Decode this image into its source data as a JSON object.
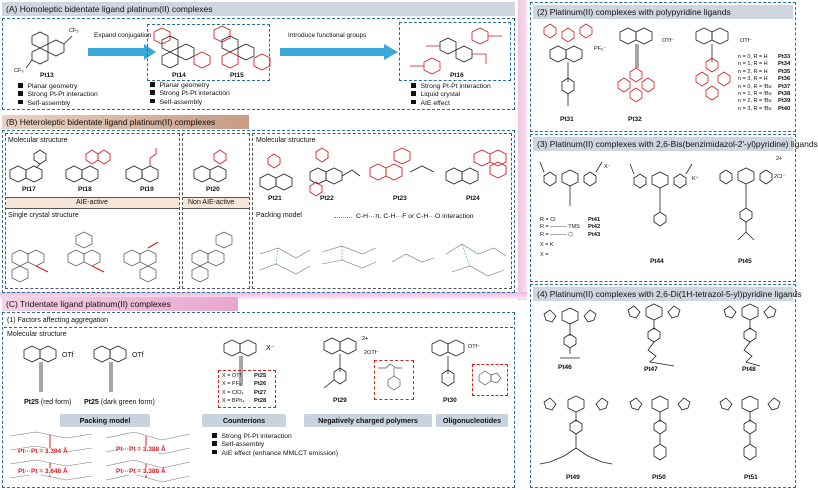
{
  "sections": {
    "a": {
      "title": "(A) Homoleptic bidentate ligand platinum(II) complexes"
    },
    "b": {
      "title": "(B) Heteroleptic bidentate ligand platinum(II) complexes"
    },
    "c": {
      "title": "(C) Tridentate ligand platinum(II) complexes"
    },
    "r1": {
      "title": "(2) Platinum(II) complexes with polypyridine ligands"
    },
    "r2": {
      "title": "(3) Platinum(II) complexes with 2,6-Bis(benzimidazol-2'-yl)pyridine) ligands"
    },
    "r3": {
      "title": "(4) Platinum(II) complexes with 2,6-Di(1H-tetrazol-5-yl)pyridine ligands"
    }
  },
  "panelA": {
    "arrow1": "Expand conjugation",
    "arrow2": "Introduce functional groups",
    "labels": [
      "Pt13",
      "Pt14",
      "Pt15",
      "Pt16"
    ],
    "cf3": "CF₃",
    "bullets_pt13": [
      "Planar geometry",
      "Strong Pt-Pt interaction",
      "Self-assembly"
    ],
    "bullets_pt14": [
      "Planar geometry",
      "Strong Pt-Pt interaction",
      "Self-assembly"
    ],
    "bullets_pt16": [
      "Strong Pt-Pt interaction",
      "Liquid crystal",
      "AIE effect"
    ]
  },
  "panelB": {
    "molecular_structure": "Molecular structure",
    "labels_left": [
      "Pt17",
      "Pt18",
      "Pt19"
    ],
    "label_mid": "Pt20",
    "aie_active": "AIE-active",
    "non_aie_active": "Non AIE-active",
    "single_crystal": "Single crystal structure",
    "right_molecular_structure": "Molecular structure",
    "labels_right": [
      "Pt21",
      "Pt22",
      "Pt23",
      "Pt24"
    ],
    "packing_model": "Packing model",
    "interaction_legend": "C-H···π, C-H···F or C-H···O interaction"
  },
  "panelC": {
    "subtitle": "(1) Factors affecting aggregation",
    "molecular_structure": "Molecular structure",
    "otf": "OTf",
    "pt25_red": "Pt25",
    "pt25_red_form": "(red form)",
    "pt25_green": "Pt25",
    "pt25_green_form": "(dark green form)",
    "counterion_list": [
      "X = OTf",
      "X = PF₆",
      "X = ClO₄",
      "X = BPh₄"
    ],
    "counterion_labels": [
      "Pt25",
      "Pt26",
      "Pt27",
      "Pt28"
    ],
    "x_minus": "X⁻",
    "pt29": "Pt29",
    "pt29_counter": "2OTf⁻",
    "pt30": "Pt30",
    "pt30_counter": "OTf⁻",
    "tags": [
      "Packing model",
      "Counterions",
      "Negatively charged polymers",
      "Oligonucleotides"
    ],
    "distances": [
      "Pt···Pt = 3.394 Å",
      "Pt···Pt = 3.388 Å",
      "Pt···Pt = 3.648 Å",
      "Pt···Pt = 3.388 Å"
    ],
    "bullets": [
      "Strong Pt-Pt interaction",
      "Self-assembly",
      "AIE effect (enhance MMLCT emission)"
    ]
  },
  "panelR1": {
    "labels": [
      "Pt31",
      "Pt32"
    ],
    "pf6": "PF₆⁻",
    "otf1": "OTf⁻",
    "otf2": "OTf⁻",
    "series": [
      "n = 0, R = H",
      "n = 1, R = H",
      "n = 2, R = H",
      "n = 3, R = H",
      "n = 0, R = ᵗBu",
      "n = 1, R = ᵗBu",
      "n = 2, R = ᵗBu",
      "n = 3, R = ᵗBu"
    ],
    "series_labels": [
      "Pt33",
      "Pt34",
      "Pt35",
      "Pt36",
      "Pt37",
      "Pt38",
      "Pt39",
      "Pt40"
    ]
  },
  "panelR2": {
    "r_list": [
      "R = Cl",
      "R =",
      "R ="
    ],
    "r_tms": "TMS",
    "r_labels": [
      "Pt41",
      "Pt42",
      "Pt43"
    ],
    "x_k": "X = K",
    "x_eq": "X =",
    "x_minus": "X⁻",
    "k_plus": "K⁺",
    "two_plus": "2+",
    "two_cl": "2Cl⁻",
    "labels": [
      "Pt44",
      "Pt45"
    ]
  },
  "panelR3": {
    "labels_top": [
      "Pt46",
      "Pt47",
      "Pt48"
    ],
    "labels_bottom": [
      "Pt49",
      "Pt50",
      "Pt51"
    ]
  },
  "colors": {
    "panel_border": "#2b6f9e",
    "header_gray": "#cfd6df",
    "header_brown": "#c79b84",
    "arrow_blue": "#3aa8d8",
    "highlight_red": "#d62020",
    "pink_frame": "#e8a6cf"
  }
}
